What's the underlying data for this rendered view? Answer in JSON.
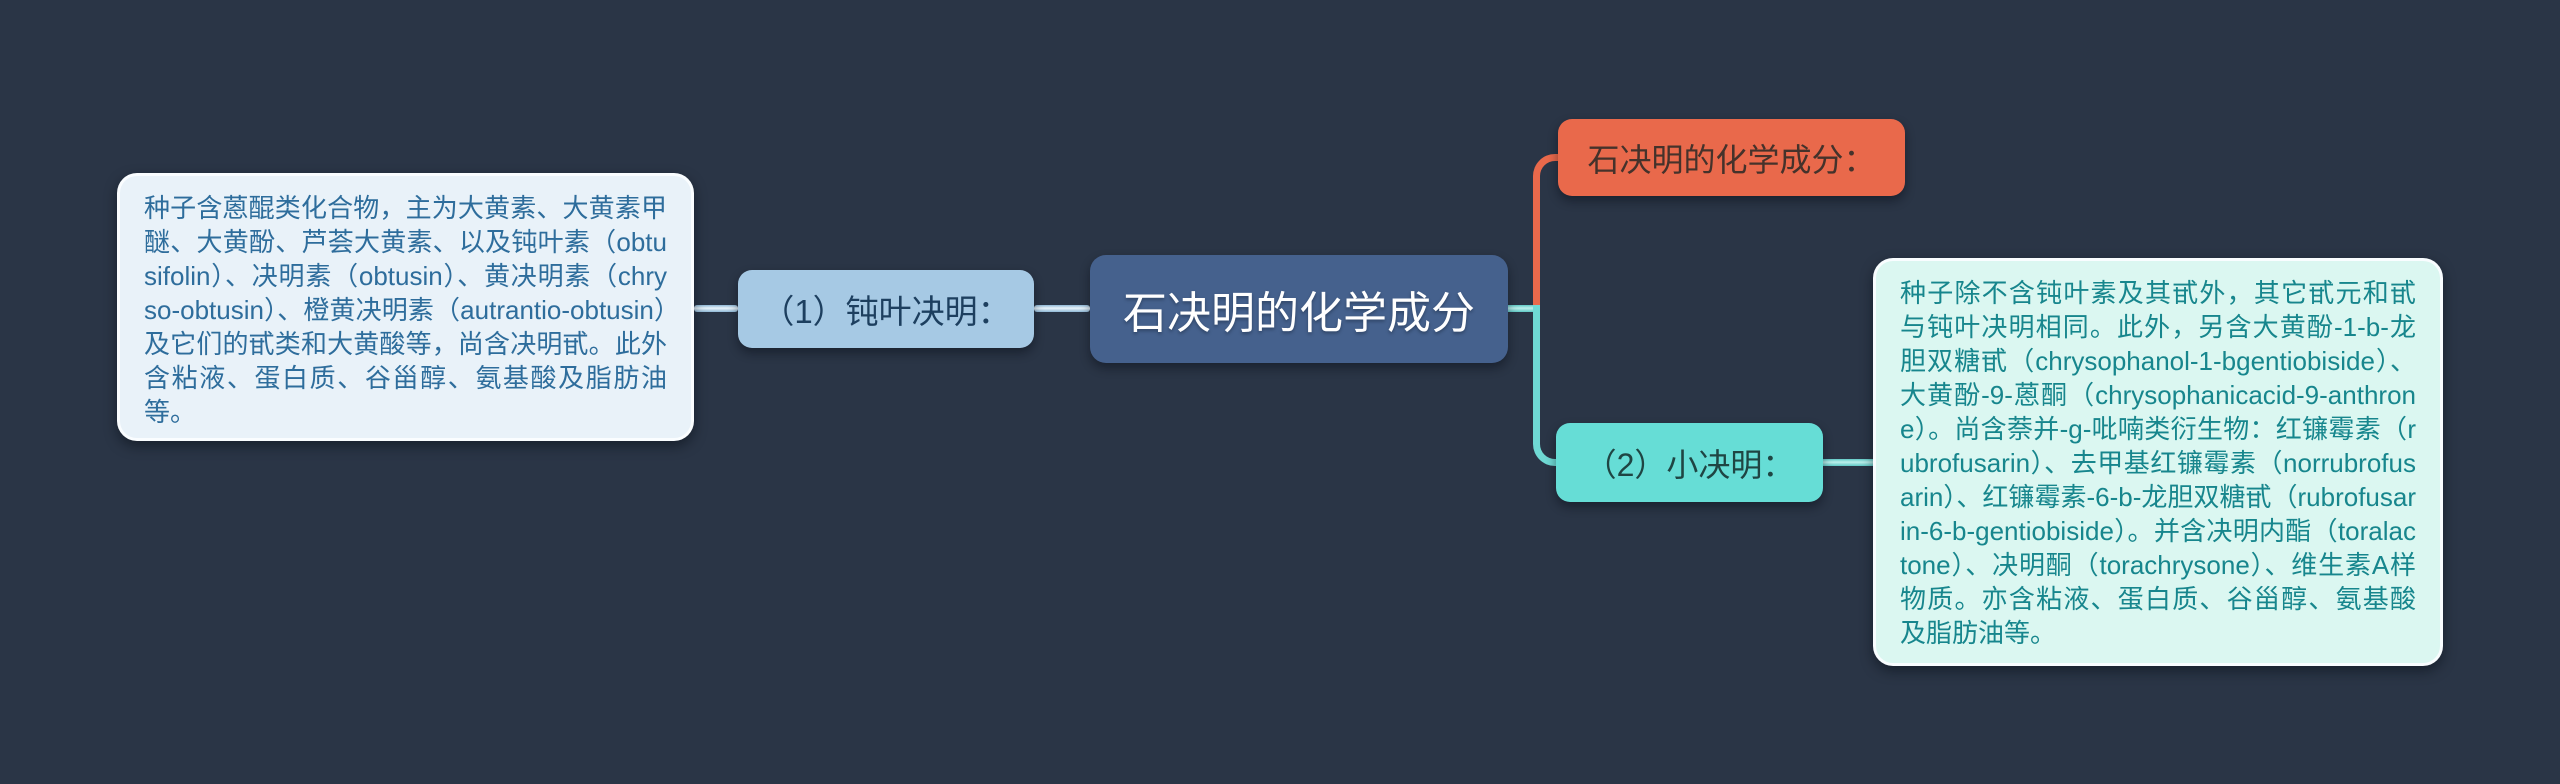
{
  "canvas": {
    "background_color": "#2a3546"
  },
  "root": {
    "label": "石决明的化学成分",
    "color": "#45618d",
    "text_color": "#ffffff"
  },
  "branch1": {
    "node": {
      "label": "（1）钝叶决明：",
      "color": "#a6c9e4",
      "text_color": "#1d3f5f"
    },
    "detail": {
      "text": "种子含蒽醌类化合物，主为大黄素、大黄素甲醚、大黄酚、芦荟大黄素、以及钝叶素（obtusifolin）、决明素（obtusin）、黄决明素（chryso-obtusin）、橙黄决明素（autrantio-obtusin）及它们的甙类和大黄酸等，尚含决明甙。此外含粘液、蛋白质、谷甾醇、氨基酸及脂肪油等。",
      "color": "#e9f2f9",
      "text_color": "#2e6d9c"
    },
    "connector_color": "#a9cbe2"
  },
  "branch2": {
    "header": {
      "label": "石决明的化学成分：",
      "color": "#e9694b",
      "text_color": "#45322b"
    },
    "node": {
      "label": "（2）小决明：",
      "color": "#66ddd6",
      "text_color": "#1f4543"
    },
    "detail": {
      "text": "种子除不含钝叶素及其甙外，其它甙元和甙与钝叶决明相同。此外，另含大黄酚-1-b-龙胆双糖甙（chrysophanol-1-bgentiobiside）、大黄酚-9-蒽酮（chrysophanicacid-9-anthrone）。尚含萘并-g-吡喃类衍生物：红镰霉素（rubrofusarin）、去甲基红镰霉素（norrubrofusarin）、红镰霉素-6-b-龙胆双糖甙（rubrofusarin-6-b-gentiobiside）。并含决明内酯（toralactone）、决明酮（torachrysone）、维生素A样物质。亦含粘液、蛋白质、谷甾醇、氨基酸及脂肪油等。",
      "color": "#dbf7f1",
      "text_color": "#17868d"
    },
    "connector_orange": "#e9694b",
    "connector_cyan": "#6fd9d4"
  }
}
